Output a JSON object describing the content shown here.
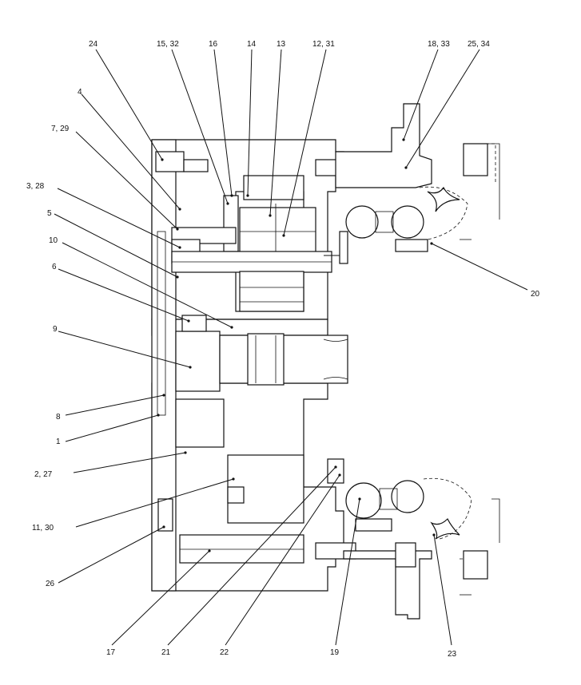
{
  "labels": {
    "l24": "24",
    "l15_32": "15, 32",
    "l16": "16",
    "l14": "14",
    "l13": "13",
    "l12_31": "12, 31",
    "l18_33": "18, 33",
    "l25_34": "25, 34",
    "l4": "4",
    "l7_29": "7, 29",
    "l3_28": "3, 28",
    "l5": "5",
    "l10": "10",
    "l6": "6",
    "l9": "9",
    "l8": "8",
    "l1": "1",
    "l2_27": "2, 27",
    "l11_30": "11, 30",
    "l26": "26",
    "l17": "17",
    "l21": "21",
    "l22": "22",
    "l19": "19",
    "l23": "23",
    "l20": "20"
  }
}
